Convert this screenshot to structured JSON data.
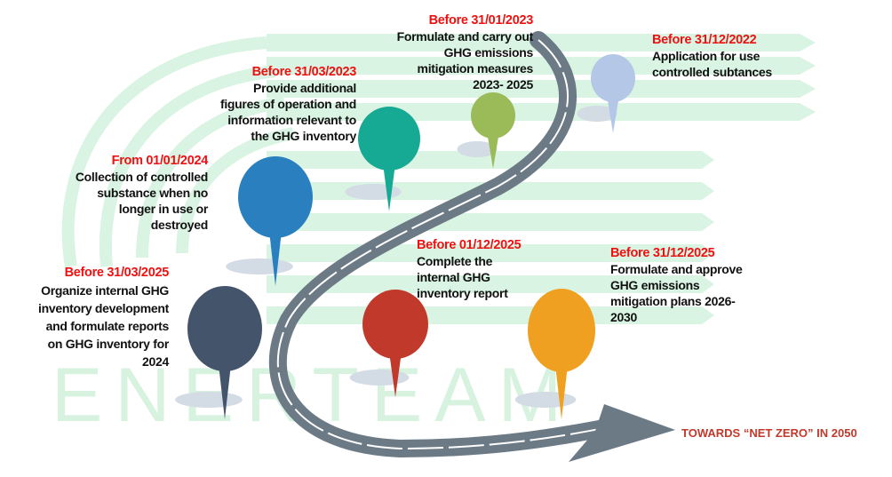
{
  "watermark": "ENERTEAM",
  "milestones": [
    {
      "date": "Before 31/12/2022",
      "text": "Application for use\ncontrolled subtances",
      "color": "#b4c7e7"
    },
    {
      "date": "Before 31/01/2023",
      "text": "Formulate and carry out\nGHG emissions\nmitigation measures\n2023- 2025",
      "color": "#9bbb59"
    },
    {
      "date": "Before 31/03/2023",
      "text": "Provide additional\nfigures of operation and\ninformation relevant to\nthe GHG inventory",
      "color": "#16a994"
    },
    {
      "date": "From 01/01/2024",
      "text": "Collection of controlled\nsubstance when no\nlonger in use or\ndestroyed",
      "color": "#2a7fbf"
    },
    {
      "date": "Before 31/03/2025",
      "text": "Organize internal GHG\ninventory development\nand formulate reports\non GHG inventory for\n2024",
      "color": "#44546a"
    },
    {
      "date": "Before 01/12/2025",
      "text": "Complete the\ninternal GHG\ninventory report",
      "color": "#c0392b"
    },
    {
      "date": "Before 31/12/2025",
      "text": "Formulate and approve\nGHG emissions\nmitigation plans 2026-\n2030",
      "color": "#f0a020"
    }
  ],
  "goal": "TOWARDS “NET ZERO” IN 2050",
  "colors": {
    "road": "#6c7a86",
    "watermark": "#d7f3e0",
    "date": "#ee1111"
  }
}
